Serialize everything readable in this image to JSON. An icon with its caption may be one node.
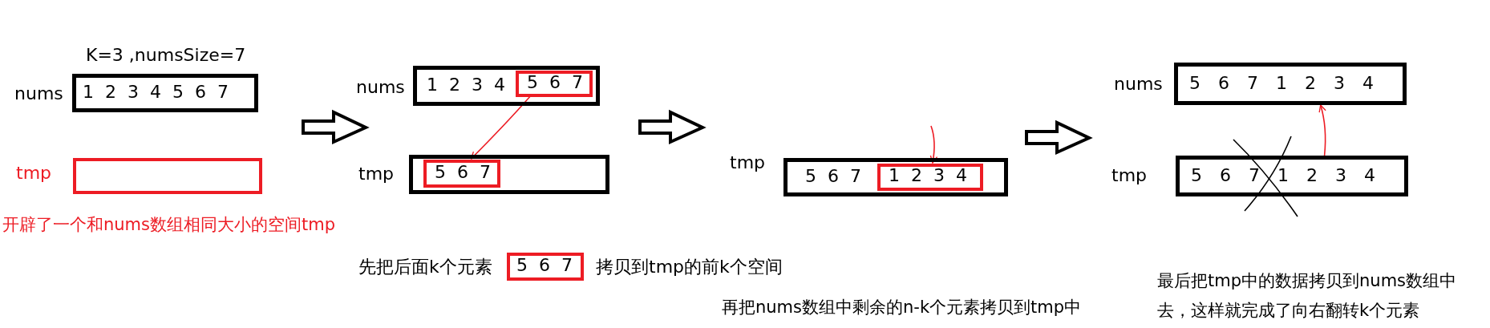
{
  "diagram": {
    "nodes": [
      {
        "text": [
          "1 2 3 4 5 6 7"
        ],
        "beside": [
          "nums",
          "K=3 ,numsSize=7"
        ]
      },
      {
        "text": [],
        "shape": "box",
        "beside": [
          "tmp"
        ]
      },
      {
        "text": [
          "1 2 3 4"
        ],
        "beside": [
          "nums"
        ]
      },
      {
        "text": [
          "5 6 7"
        ],
        "in": 2
      },
      {
        "text": [],
        "shape": "box",
        "beside": [
          "tmp"
        ]
      },
      {
        "text": [
          "5 6 7"
        ],
        "in": 4
      },
      {
        "text": [
          "5 6 7"
        ],
        "beside": [
          "tmp"
        ]
      },
      {
        "text": [
          "1 2 3 4"
        ],
        "in": 6
      },
      {
        "text": [
          "5 6 7 1 2 3 4"
        ],
        "beside": [
          "nums"
        ]
      },
      {
        "text": [
          "5 6 7 1 2 3 4"
        ],
        "beside": [
          "tmp"
        ]
      },
      {
        "text": [
          "5 6 7"
        ],
        "beside": [
          "先把后面k个元素",
          "拷贝到tmp的前k个空间"
        ]
      }
    ],
    "edges": [
      {
        "from": 3,
        "to": 5,
        "arrow": "to"
      },
      {
        "from": null,
        "to": 7,
        "arrow": "to"
      },
      {
        "from": 9,
        "to": 8,
        "arrow": "to"
      }
    ],
    "labels": [
      "开辟了一个和nums数组相同大小的空间tmp",
      "再把nums数组中剩余的n-k个元素拷贝到tmp中",
      "最后把tmp中的数据拷贝到nums数组中去，这样就完成了向右翻转k个元素"
    ]
  }
}
